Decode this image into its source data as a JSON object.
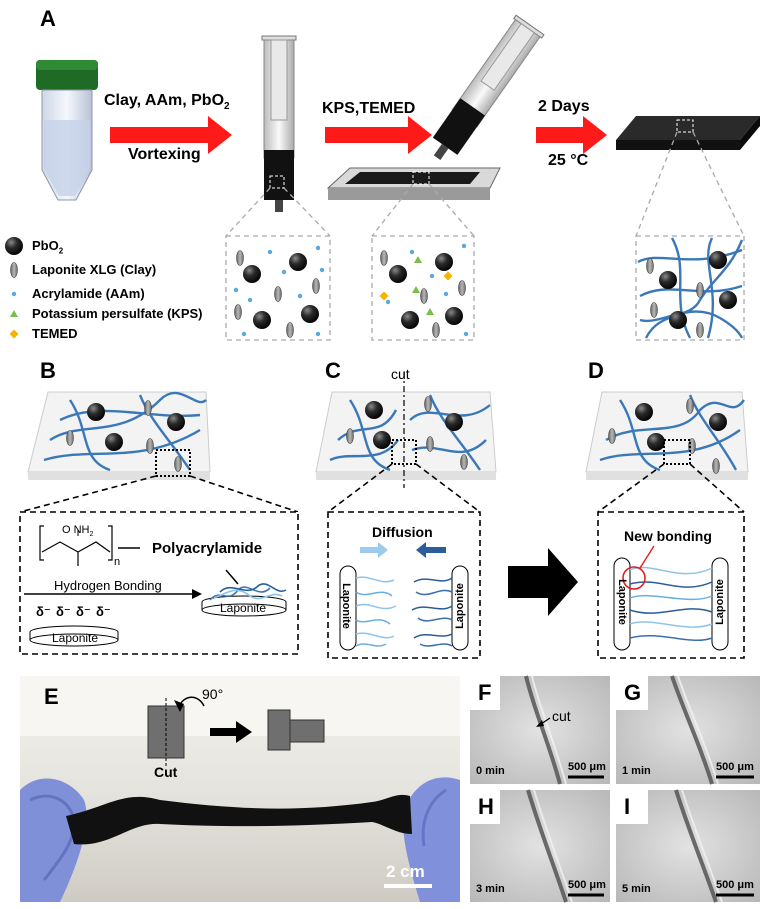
{
  "panels": {
    "a": "A",
    "b": "B",
    "c": "C",
    "d": "D",
    "e": "E",
    "f": "F",
    "g": "G",
    "h": "H",
    "i": "I"
  },
  "step1": {
    "top": "Clay, AAm, PbO",
    "sub": "2",
    "bottom": "Vortexing"
  },
  "step2": {
    "top": "KPS,TEMED"
  },
  "step3": {
    "top": "2 Days",
    "bottom": "25 °C"
  },
  "legend": [
    {
      "label": "PbO",
      "sub": "2"
    },
    {
      "label": "Laponite XLG (Clay)"
    },
    {
      "label": "Acrylamide (AAm)"
    },
    {
      "label": "Potassium persulfate (KPS)"
    },
    {
      "label": "TEMED"
    }
  ],
  "colors": {
    "arrow_red": "#ff1a1a",
    "polymer_blue": "#3a78b8",
    "light_blue": "#8ec4ea",
    "dark_blue": "#2a5d9a",
    "kps_green": "#79c04a",
    "temed_orange": "#f5b400",
    "cap_green": "#1e6b25"
  },
  "panel_b": {
    "amide": "O  NH",
    "amide_sub": "2",
    "n": "n",
    "polymer": "Polyacrylamide",
    "hbond": "Hydrogen Bonding",
    "delta": "δ⁻",
    "laponite": "Laponite"
  },
  "panel_c": {
    "cut": "cut",
    "diffusion": "Diffusion",
    "laponite": "Laponite"
  },
  "panel_d": {
    "new_bonding": "New bonding",
    "laponite": "Laponite"
  },
  "panel_e": {
    "angle": "90°",
    "cut": "Cut",
    "scale": "2 cm"
  },
  "micro": [
    {
      "time": "0 min",
      "scale": "500 μm"
    },
    {
      "time": "1 min",
      "scale": "500 μm"
    },
    {
      "time": "3 min",
      "scale": "500 μm"
    },
    {
      "time": "5 min",
      "scale": "500 μm"
    }
  ],
  "micro_cut": "cut"
}
